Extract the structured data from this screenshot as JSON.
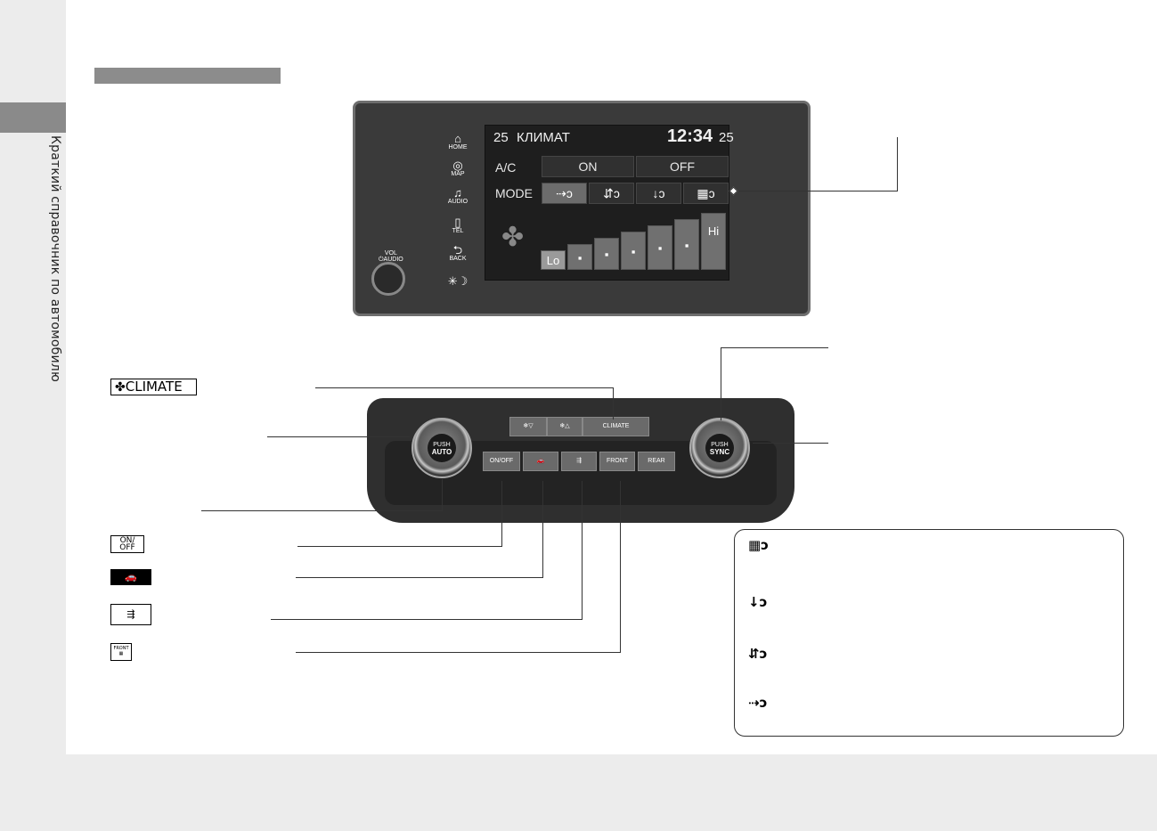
{
  "sidebar": {
    "section_label": "Краткий справочник по автомобилю"
  },
  "screen": {
    "temp_left": "25",
    "title": "КЛИМАТ",
    "clock": "12:34",
    "temp_right": "25",
    "ac_label": "A/C",
    "ac_on": "ON",
    "ac_off": "OFF",
    "mode_label": "MODE",
    "mode_icons": [
      "vent-mode-icon",
      "bilevel-mode-icon",
      "floor-mode-icon",
      "floor-defrost-mode-icon"
    ],
    "fan_lo": "Lo",
    "fan_hi": "Hi",
    "fan_mid_marks": [
      "▪",
      "▪",
      "▪",
      "▪",
      "▪"
    ]
  },
  "head_unit_menu": {
    "home": "HOME",
    "map": "MAP",
    "audio": "AUDIO",
    "tel": "TEL",
    "back": "BACK",
    "vol_line1": "VOL",
    "vol_line2": "⏻AUDIO"
  },
  "climate_panel": {
    "fan_down": "❄▽",
    "fan_up": "❄△",
    "climate_btn": "CLIMATE",
    "auto_push": "PUSH",
    "auto_label": "AUTO",
    "sync_push": "PUSH",
    "sync_label": "SYNC",
    "onoff_btn": "ON/OFF",
    "front_btn": "FRONT",
    "rear_btn": "REAR"
  },
  "legend_icons": {
    "climate_label": "CLIMATE",
    "onoff_label": "ON/\nOFF",
    "front_label": "FRONT"
  },
  "mode_legend": {
    "items": [
      "floor-defrost-mode-icon",
      "floor-mode-icon",
      "bilevel-mode-icon",
      "vent-mode-icon"
    ]
  }
}
